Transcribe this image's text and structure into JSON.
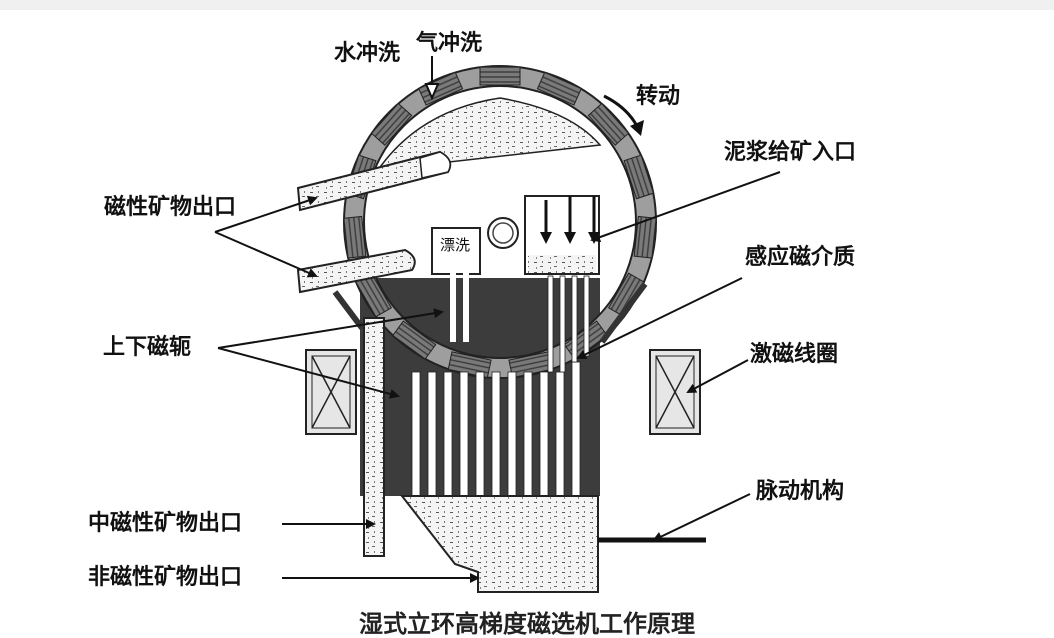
{
  "labels": {
    "water_rinse": "水冲洗",
    "air_rinse": "气冲洗",
    "rotation": "转动",
    "slurry_inlet": "泥浆给矿入口",
    "magnetic_outlet": "磁性矿物出口",
    "induction_medium": "感应磁介质",
    "yokes": "上下磁轭",
    "excitation_coil": "激磁线圈",
    "pulsation_mechanism": "脉动机构",
    "middling_outlet": "中磁性矿物出口",
    "nonmagnetic_outlet": "非磁性矿物出口",
    "rinse": "漂洗"
  },
  "caption": "湿式立环高梯度磁选机工作原理"
}
